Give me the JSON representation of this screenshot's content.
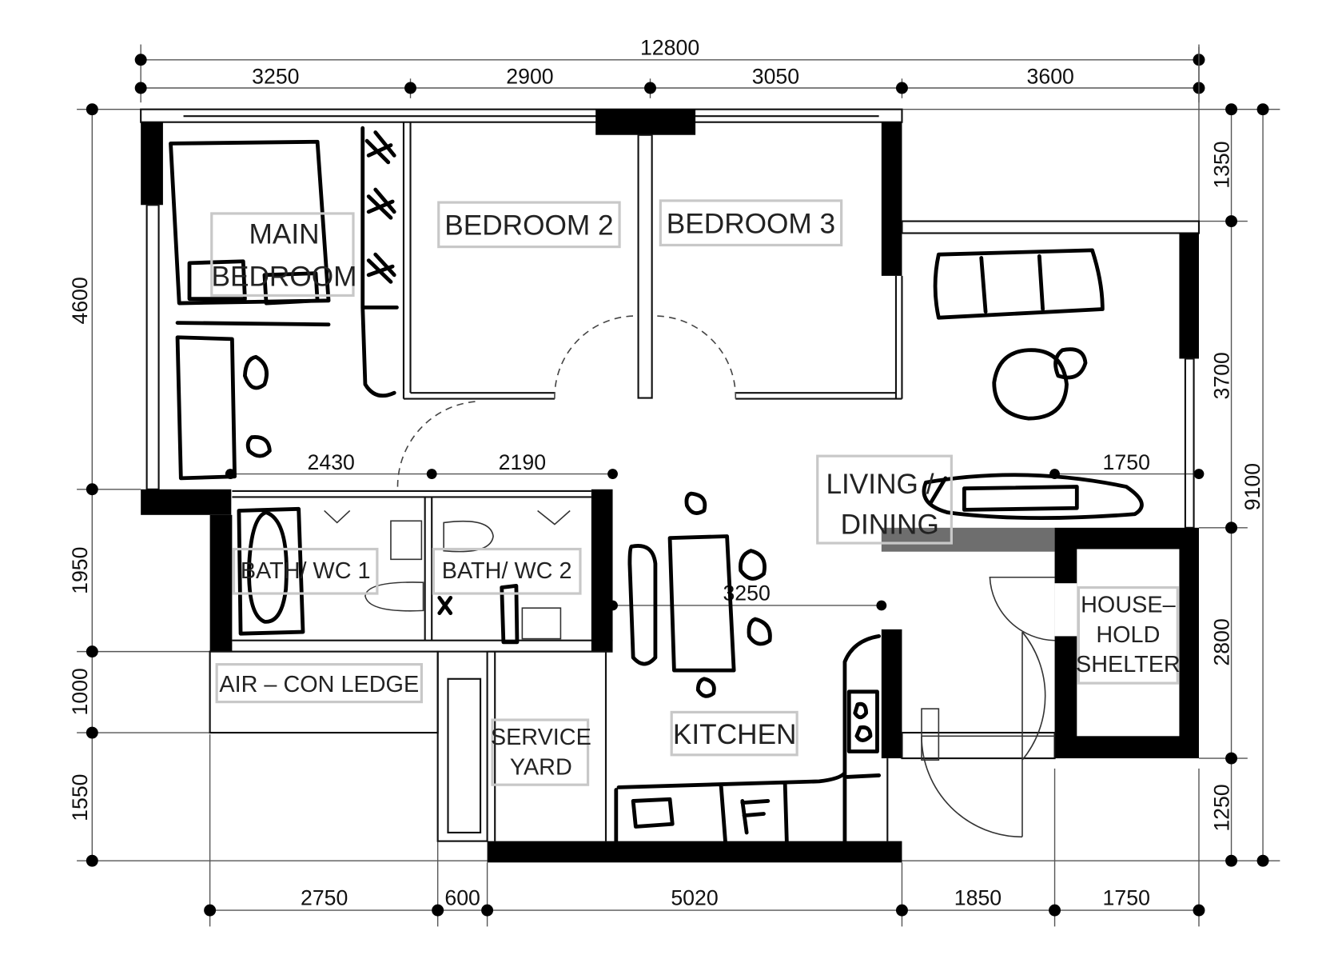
{
  "rooms": {
    "main_bedroom": [
      "MAIN",
      "BEDROOM"
    ],
    "bedroom2": "BEDROOM  2",
    "bedroom3": "BEDROOM  3",
    "living_dining": [
      "LIVING  /",
      "DINING"
    ],
    "bath_wc1": "BATH/  WC  1",
    "bath_wc2": "BATH/  WC  2",
    "aircon_ledge": "AIR  –  CON  LEDGE",
    "service_yard": [
      "SERVICE",
      "YARD"
    ],
    "kitchen": "KITCHEN",
    "household_shelter": [
      "HOUSE–",
      "HOLD",
      "SHELTER"
    ]
  },
  "dimensions": {
    "top_total": "12800",
    "top": [
      "3250",
      "2900",
      "3050",
      "3600"
    ],
    "bottom": [
      "2750",
      "600",
      "5020",
      "1850",
      "1750"
    ],
    "left": [
      "4600",
      "1950",
      "1000",
      "1550"
    ],
    "right": [
      "1350",
      "3700",
      "2800",
      "1250"
    ],
    "right_total": "9100",
    "internal": {
      "bath1_width": "2430",
      "bath2_width": "2190",
      "kitchen_width": "3250",
      "living_right": "1750"
    }
  },
  "sketch_marks": {
    "fridge": "F",
    "marker": "x"
  }
}
